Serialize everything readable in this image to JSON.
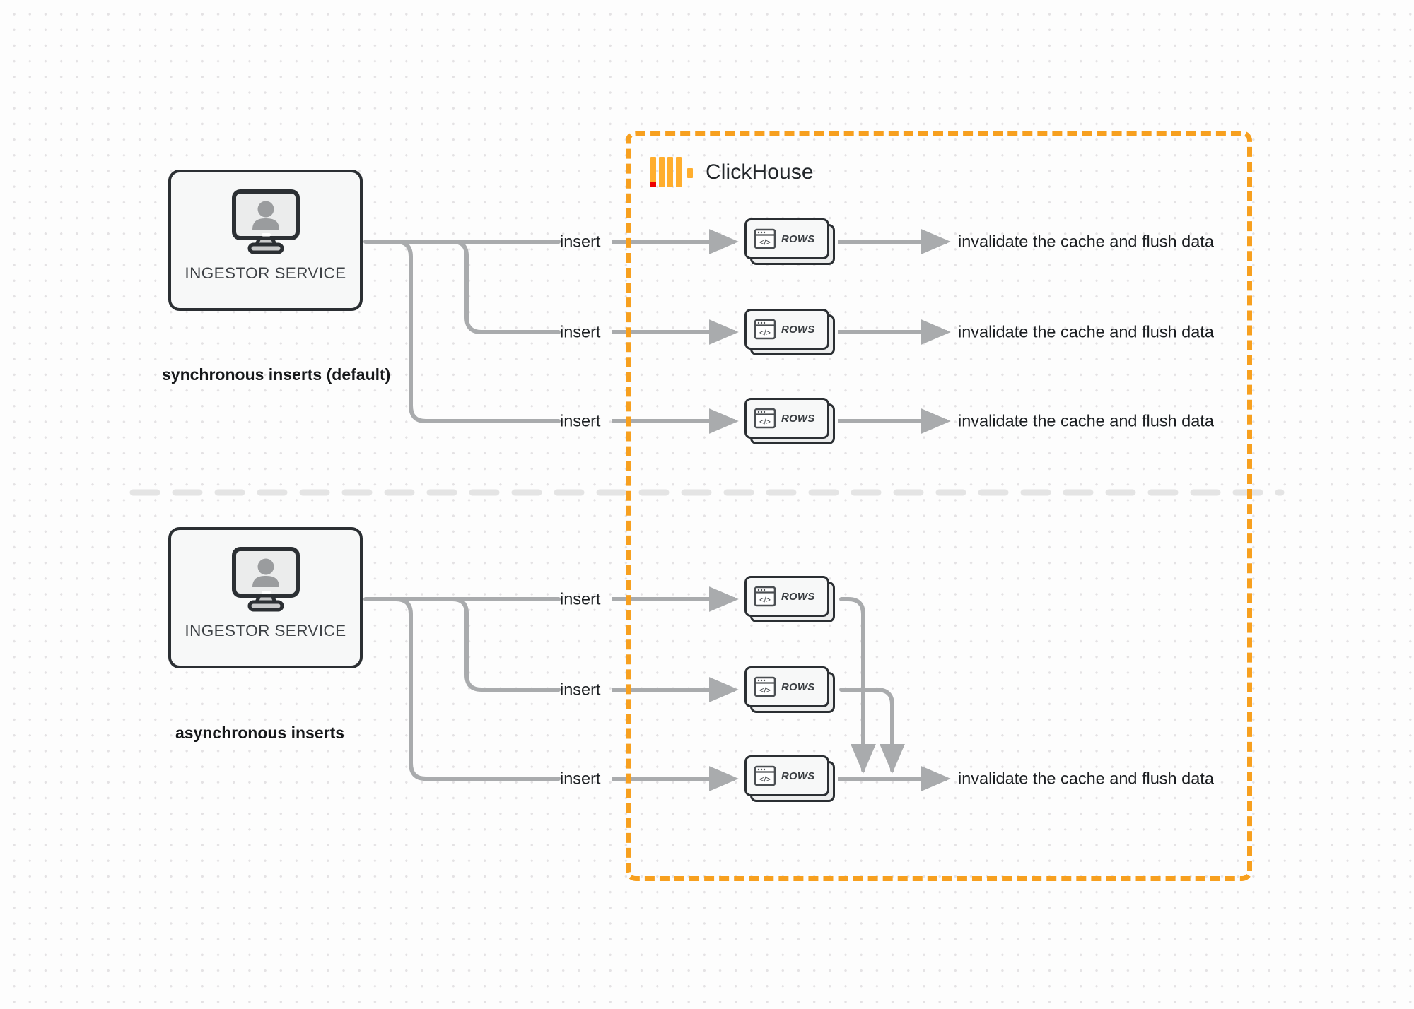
{
  "diagram": {
    "title": "ClickHouse synchronous vs asynchronous inserts",
    "colors": {
      "accent_orange": "#f7a01f",
      "logo_orange": "#ffae2e",
      "logo_red": "#ee0000",
      "wire_gray": "#a9abad",
      "node_outline": "#2b2f33",
      "background": "#fdfdfd",
      "dot_grid": "#e4e2e4",
      "divider": "#e2e2e2"
    }
  },
  "clickhouse_group": {
    "name": "ClickHouse",
    "logo_icon": "clickhouse-logo-icon",
    "bar_count": 4
  },
  "sections": [
    {
      "id": "synchronous",
      "mode_label": "synchronous inserts (default)",
      "ingestor": {
        "label": "INGESTOR SERVICE",
        "icon": "monitor-user-icon"
      },
      "flows": [
        {
          "insert_label": "insert",
          "node_label": "ROWS",
          "node_icon": "code-window-icon",
          "output_label": "invalidate the cache and flush data"
        },
        {
          "insert_label": "insert",
          "node_label": "ROWS",
          "node_icon": "code-window-icon",
          "output_label": "invalidate the cache and flush data"
        },
        {
          "insert_label": "insert",
          "node_label": "ROWS",
          "node_icon": "code-window-icon",
          "output_label": "invalidate the cache and flush data"
        }
      ]
    },
    {
      "id": "asynchronous",
      "mode_label": "asynchronous inserts",
      "ingestor": {
        "label": "INGESTOR SERVICE",
        "icon": "monitor-user-icon"
      },
      "flows": [
        {
          "insert_label": "insert",
          "node_label": "ROWS",
          "node_icon": "code-window-icon",
          "output_label": ""
        },
        {
          "insert_label": "insert",
          "node_label": "ROWS",
          "node_icon": "code-window-icon",
          "output_label": ""
        },
        {
          "insert_label": "insert",
          "node_label": "ROWS",
          "node_icon": "code-window-icon",
          "output_label": "invalidate the cache and flush data"
        }
      ],
      "merged_output_label": "invalidate the cache and flush data"
    }
  ]
}
